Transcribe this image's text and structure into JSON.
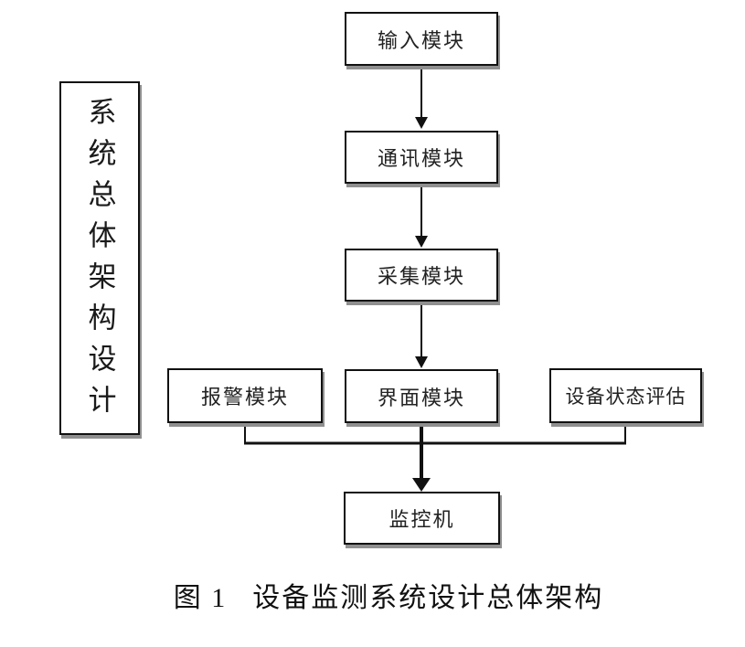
{
  "diagram": {
    "side_label": "系统总体架构设计",
    "nodes": {
      "input": "输入模块",
      "comm": "通讯模块",
      "collect": "采集模块",
      "interface": "界面模块",
      "alarm": "报警模块",
      "assess": "设备状态评估",
      "monitor": "监控机"
    },
    "edges": [
      {
        "from": "输入模块",
        "to": "通讯模块"
      },
      {
        "from": "通讯模块",
        "to": "采集模块"
      },
      {
        "from": "采集模块",
        "to": "界面模块"
      },
      {
        "from": "报警模块",
        "to": "监控机"
      },
      {
        "from": "界面模块",
        "to": "监控机"
      },
      {
        "from": "设备状态评估",
        "to": "监控机"
      }
    ],
    "caption": {
      "fig_label": "图 1",
      "text": "设备监测系统设计总体架构"
    },
    "colors": {
      "line": "#111111",
      "shadow": "#8f8f8f",
      "background": "#ffffff"
    }
  }
}
